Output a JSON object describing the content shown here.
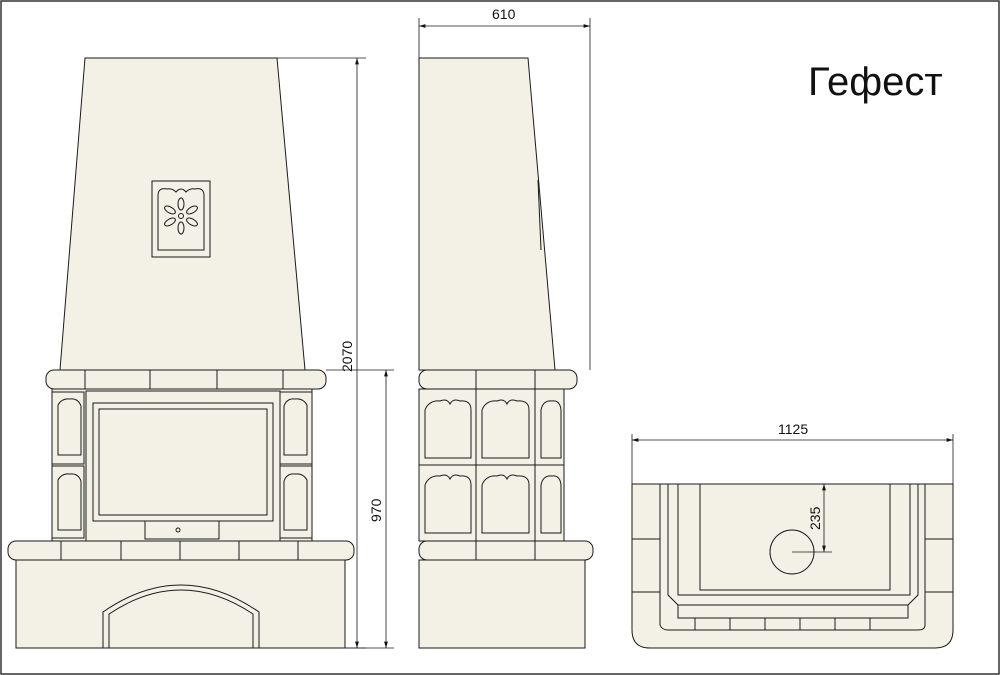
{
  "title": "Гефест",
  "dimensions": {
    "total_height": "2070",
    "lower_height": "970",
    "depth": "610",
    "width": "1125",
    "flue_offset": "235"
  },
  "colors": {
    "tile_fill": "#f3f1e6",
    "line": "#1a1a1a",
    "background": "#ffffff"
  },
  "icons": [
    "flower-ornament-icon",
    "arrowhead-icon"
  ]
}
